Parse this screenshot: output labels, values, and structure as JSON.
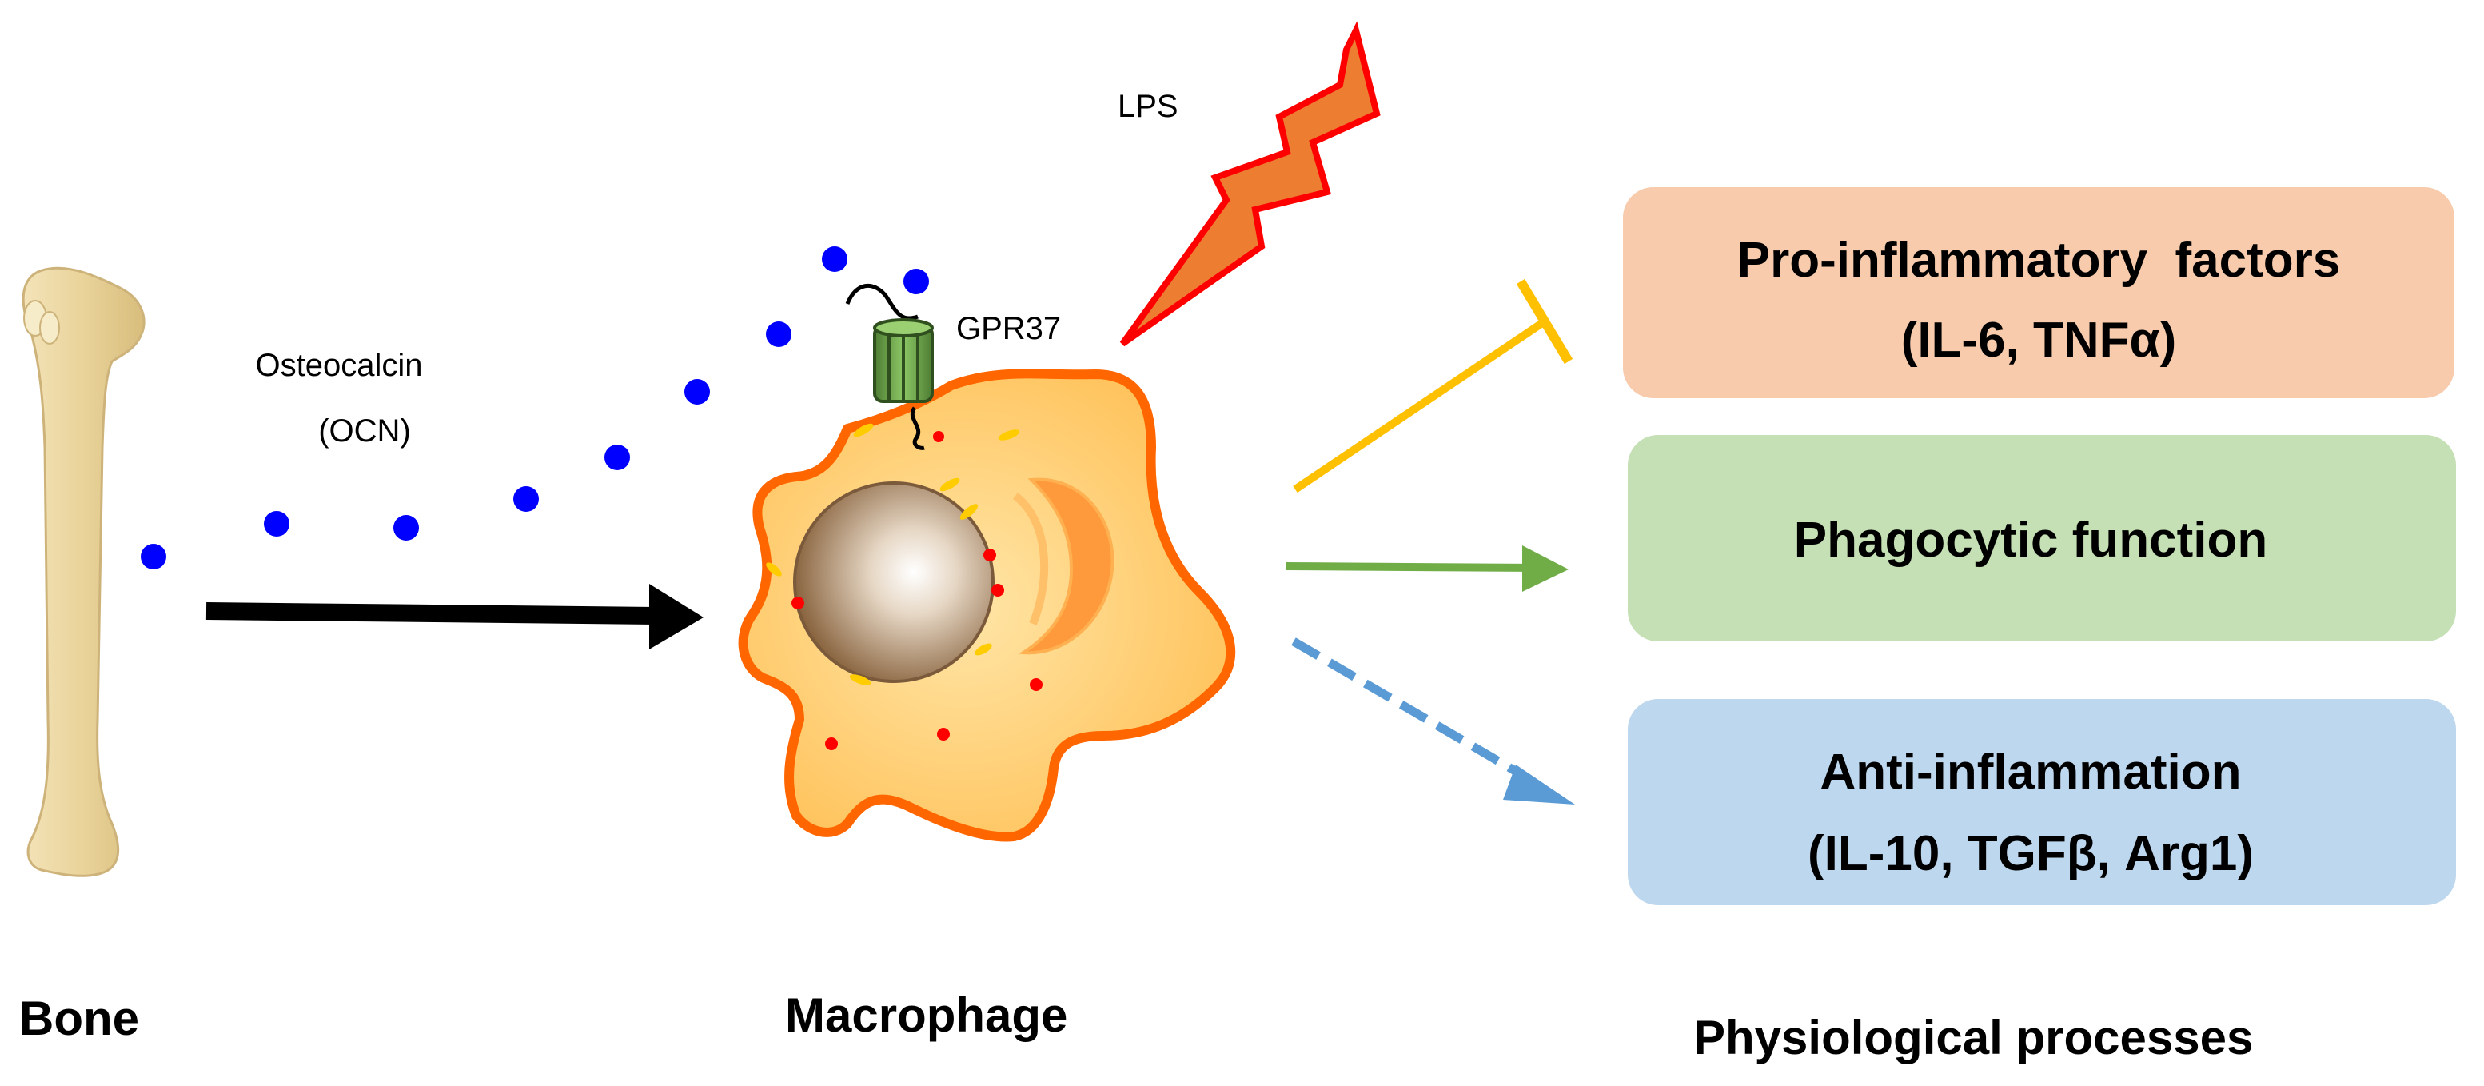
{
  "labels": {
    "bone": "Bone",
    "macrophage": "Macrophage",
    "physiological_processes": "Physiological processes",
    "osteocalcin": "Osteocalcin",
    "ocn": "(OCN)",
    "gpr37": "GPR37",
    "lps": "LPS"
  },
  "outcomes": [
    {
      "name": "pro-inflammatory-factors",
      "line1": "Pro-inflammatory  factors",
      "line2": "(IL-6, TNFα)",
      "fill": "#f7cbac",
      "arrow_color": "#ffc000",
      "arrow_style": "inhibition"
    },
    {
      "name": "phagocytic-function",
      "line1": "Phagocytic function",
      "fill": "#c5e0b4",
      "arrow_color": "#70ad47",
      "arrow_style": "solid"
    },
    {
      "name": "anti-inflammation",
      "line1": "Anti-inflammation",
      "line2": "(IL-10, TGFβ, Arg1)",
      "fill": "#bdd7ee",
      "arrow_color": "#5b9bd5",
      "arrow_style": "dashed"
    }
  ],
  "colors": {
    "ocn_dots": "#0000ff",
    "bone": "#e9d39a",
    "cell_fill": "#ffd27f",
    "cell_outline": "#ff6600",
    "lps_fill": "#ed7d31",
    "lps_outline": "#ff0000",
    "receptor": "#70ad47",
    "nucleus": "#9c7a5a"
  }
}
